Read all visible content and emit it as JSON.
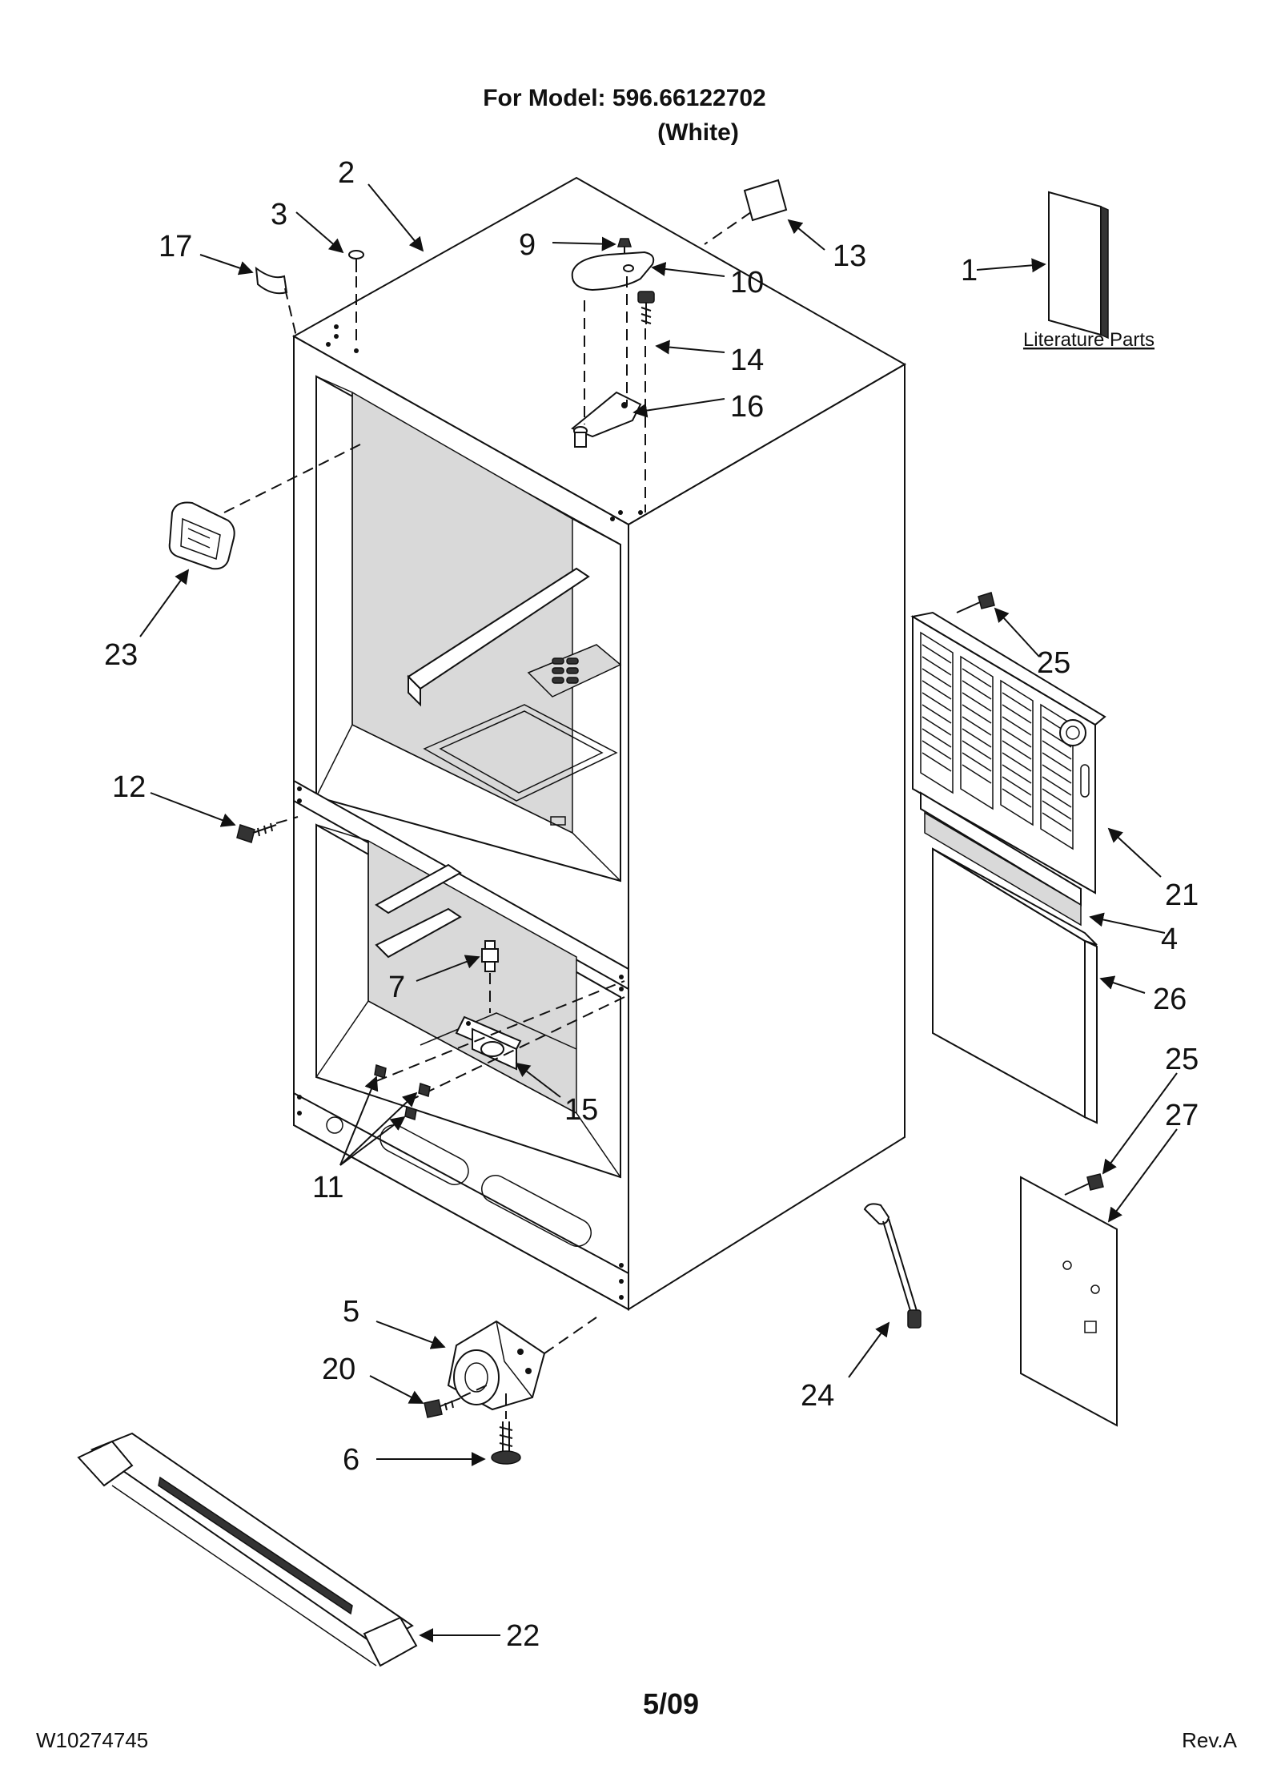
{
  "header": {
    "model_line": "For Model: 596.66122702",
    "color_line": "(White)"
  },
  "footer": {
    "doc_number": "W10274745",
    "date": "5/09",
    "revision": "Rev.A"
  },
  "literature_label": "Literature Parts",
  "callouts": {
    "c1": "1",
    "c2": "2",
    "c3": "3",
    "c4": "4",
    "c5": "5",
    "c6": "6",
    "c7": "7",
    "c9": "9",
    "c10": "10",
    "c11": "11",
    "c12": "12",
    "c13": "13",
    "c14": "14",
    "c15": "15",
    "c16": "16",
    "c17": "17",
    "c20": "20",
    "c21": "21",
    "c22": "22",
    "c23": "23",
    "c24": "24",
    "c25a": "25",
    "c25b": "25",
    "c26": "26",
    "c27": "27"
  }
}
